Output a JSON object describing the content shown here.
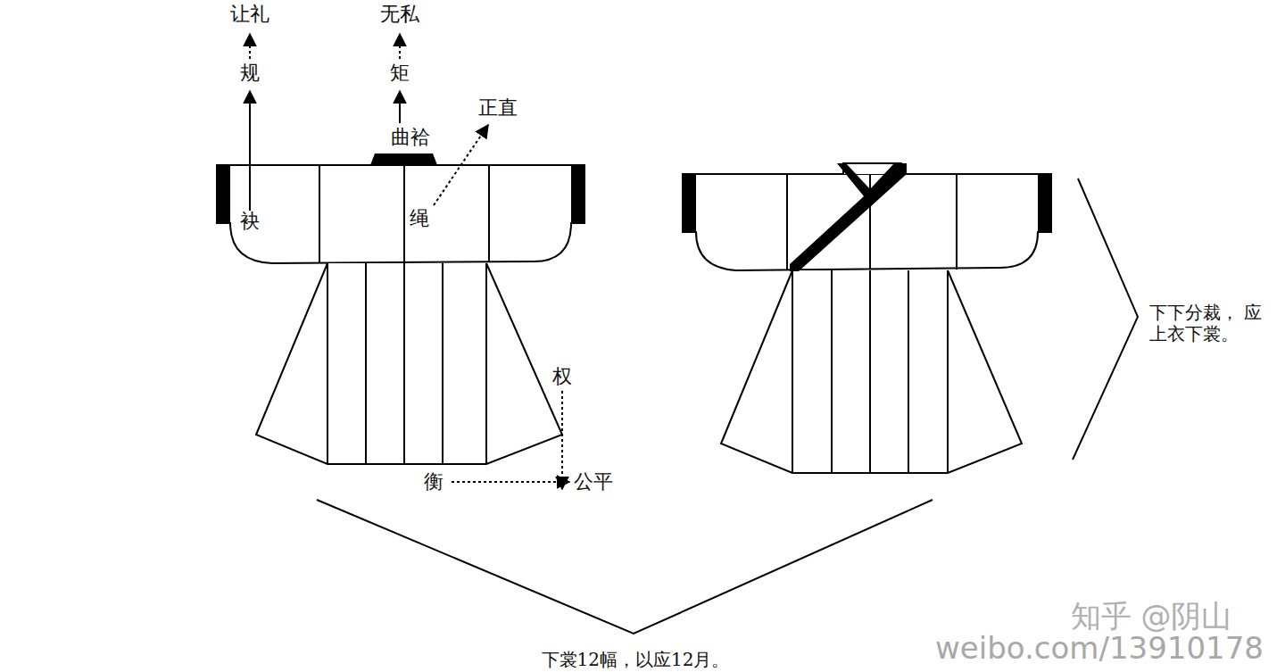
{
  "diagram": {
    "labels": [
      "让礼",
      "无私",
      "规",
      "矩",
      "正直",
      "曲袷",
      "袂",
      "绳",
      "权",
      "衡",
      "公平",
      "下下分裁， 应上衣下裳。",
      "下裳12幅，以应12月。",
      "知乎 @阴山",
      "weibo.com/13910178"
    ]
  }
}
